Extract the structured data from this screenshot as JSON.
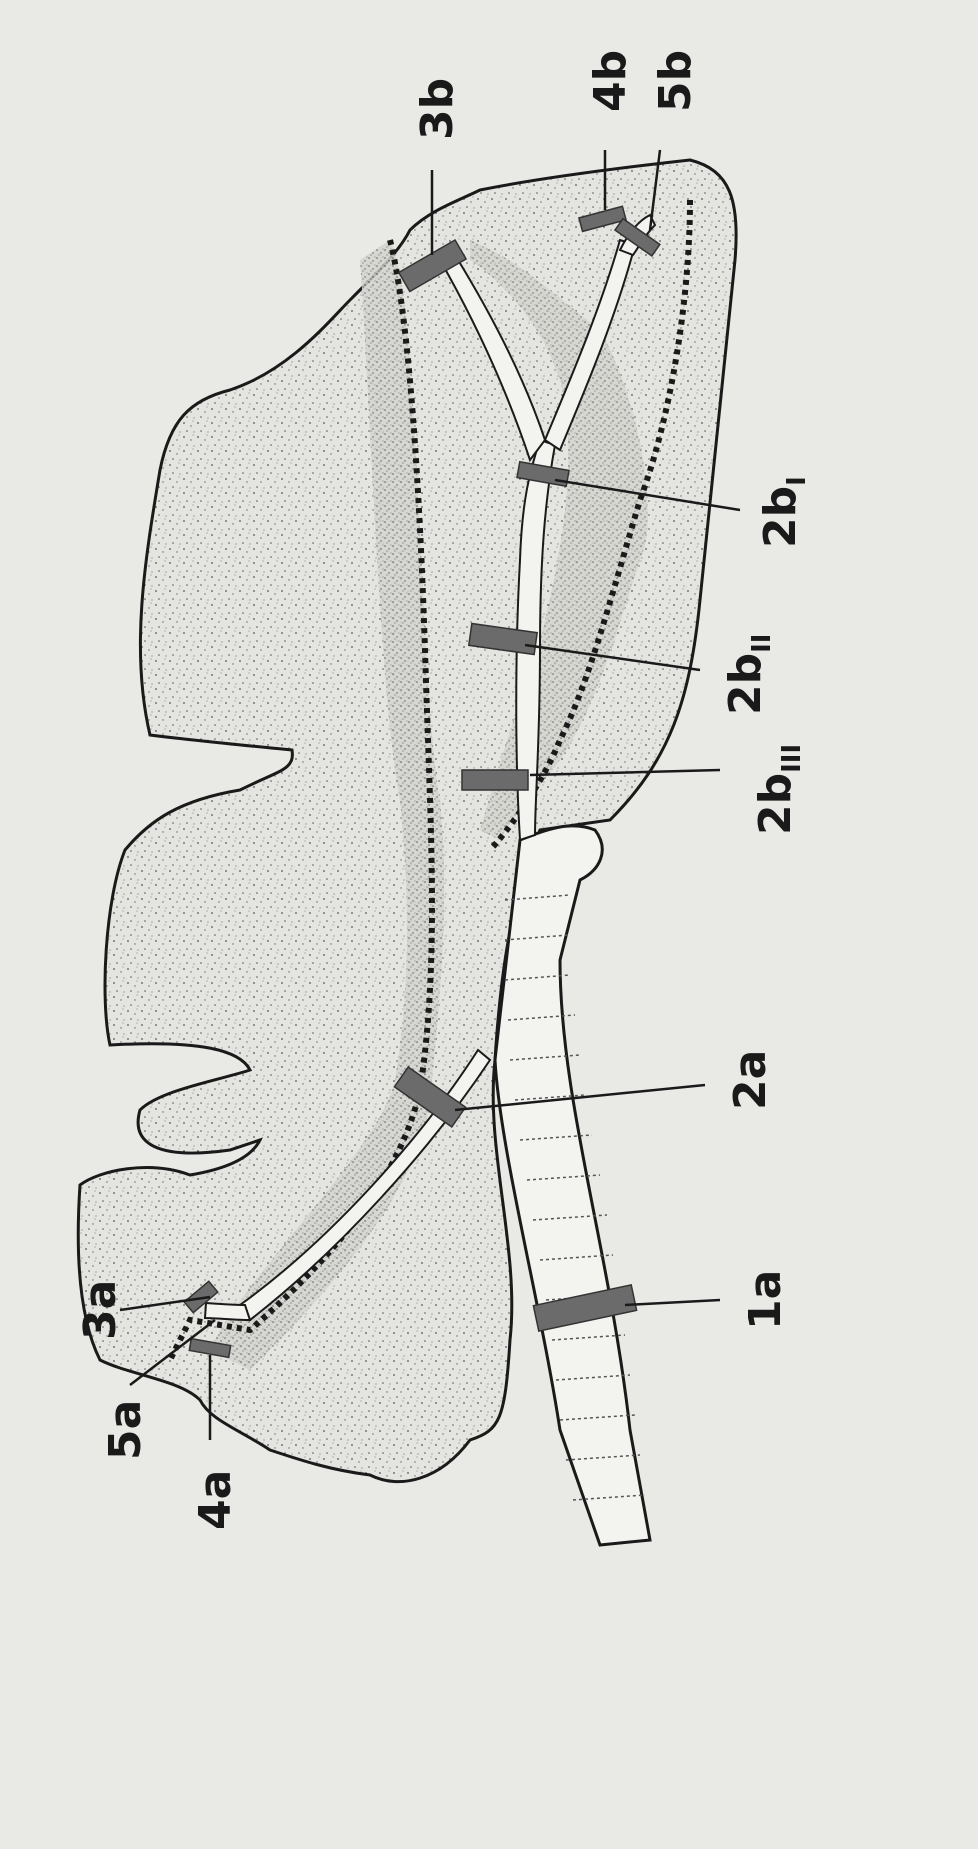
{
  "figure": {
    "description_labels": {
      "l_1a": "1a",
      "l_2a": "2a",
      "l_3a": "3a",
      "l_4a": "4a",
      "l_5a": "5a",
      "l_3b": "3b",
      "l_4b": "4b",
      "l_5b": "5b",
      "l_2b_I": {
        "base": "2b",
        "sub": "I"
      },
      "l_2b_II": {
        "base": "2b",
        "sub": "II"
      },
      "l_2b_III": {
        "base": "2b",
        "sub": "III"
      }
    },
    "colors": {
      "paper": "#e9e9e6",
      "tissue": "#dcdcd8",
      "ink": "#1a1a1a",
      "marker": "#6b6b6b",
      "airway": "#f3f3f0"
    }
  }
}
